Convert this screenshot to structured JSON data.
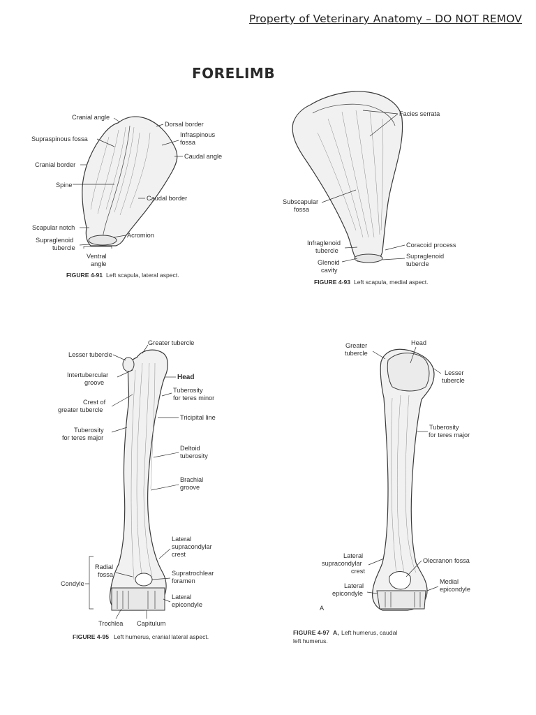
{
  "header": {
    "text": "Property of Veterinary Anatomy – DO NOT REMOV"
  },
  "title": "FORELIMB",
  "fig_491": {
    "caption_num": "FIGURE 4-91",
    "caption_text": "Left scapula, lateral aspect.",
    "labels": {
      "cranial_angle": "Cranial angle",
      "dorsal_border": "Dorsal border",
      "infraspinous_1": "Infraspinous",
      "infraspinous_2": "fossa",
      "supraspinous_fossa": "Supraspinous fossa",
      "caudal_angle": "Caudal angle",
      "cranial_border": "Cranial border",
      "spine": "Spine",
      "caudal_border": "Caudal border",
      "scapular_notch": "Scapular notch",
      "acromion": "Acromion",
      "supraglenoid_1": "Supraglenoid",
      "supraglenoid_2": "tubercle",
      "ventral_angle_1": "Ventral",
      "ventral_angle_2": "angle"
    }
  },
  "fig_493": {
    "caption_num": "FIGURE 4-93",
    "caption_text": "Left scapula, medial aspect.",
    "labels": {
      "facies_serrata": "Facies serrata",
      "subscapular_1": "Subscapular",
      "subscapular_2": "fossa",
      "infraglenoid_1": "Infraglenoid",
      "infraglenoid_2": "tubercle",
      "coracoid_process": "Coracoid process",
      "glenoid_1": "Glenoid",
      "glenoid_2": "cavity",
      "supraglenoid_1": "Supraglenoid",
      "supraglenoid_2": "tubercle"
    }
  },
  "fig_495": {
    "caption_num": "FIGURE 4-95",
    "caption_text": "Left humerus, cranial lateral aspect.",
    "labels": {
      "greater_tubercle": "Greater tubercle",
      "lesser_tubercle": "Lesser tubercle",
      "intertubercular_1": "Intertubercular",
      "intertubercular_2": "groove",
      "head": "Head",
      "tuberosity_teres_minor_1": "Tuberosity",
      "tuberosity_teres_minor_2": "for teres minor",
      "crest_1": "Crest of",
      "crest_2": "greater tubercle",
      "tricipital_line": "Tricipital line",
      "tuberosity_teres_major_1": "Tuberosity",
      "tuberosity_teres_major_2": "for teres major",
      "deltoid_1": "Deltoid",
      "deltoid_2": "tuberosity",
      "brachial_1": "Brachial",
      "brachial_2": "groove",
      "lateral_supra_1": "Lateral",
      "lateral_supra_2": "supracondylar",
      "lateral_supra_3": "crest",
      "radial_fossa_1": "Radial",
      "radial_fossa_2": "fossa",
      "condyle": "Condyle",
      "supratrochlear_1": "Supratrochlear",
      "supratrochlear_2": "foramen",
      "lateral_epi_1": "Lateral",
      "lateral_epi_2": "epicondyle",
      "trochlea": "Trochlea",
      "capitulum": "Capitulum"
    }
  },
  "fig_497": {
    "caption_num": "FIGURE 4-97",
    "caption_letter": "A,",
    "caption_text": "Left humerus, caudal",
    "caption_text_2": "left humerus.",
    "panel_letter": "A",
    "labels": {
      "greater_tubercle_1": "Greater",
      "greater_tubercle_2": "tubercle",
      "head": "Head",
      "lesser_tubercle_1": "Lesser",
      "lesser_tubercle_2": "tubercle",
      "tuberosity_1": "Tuberosity",
      "tuberosity_2": "for teres major",
      "lateral_supra_1": "Lateral",
      "lateral_supra_2": "supracondylar",
      "lateral_supra_3": "crest",
      "olecranon_fossa": "Olecranon fossa",
      "medial_epi_1": "Medial",
      "medial_epi_2": "epicondyle",
      "lateral_epi_1": "Lateral",
      "lateral_epi_2": "epicondyle"
    }
  }
}
